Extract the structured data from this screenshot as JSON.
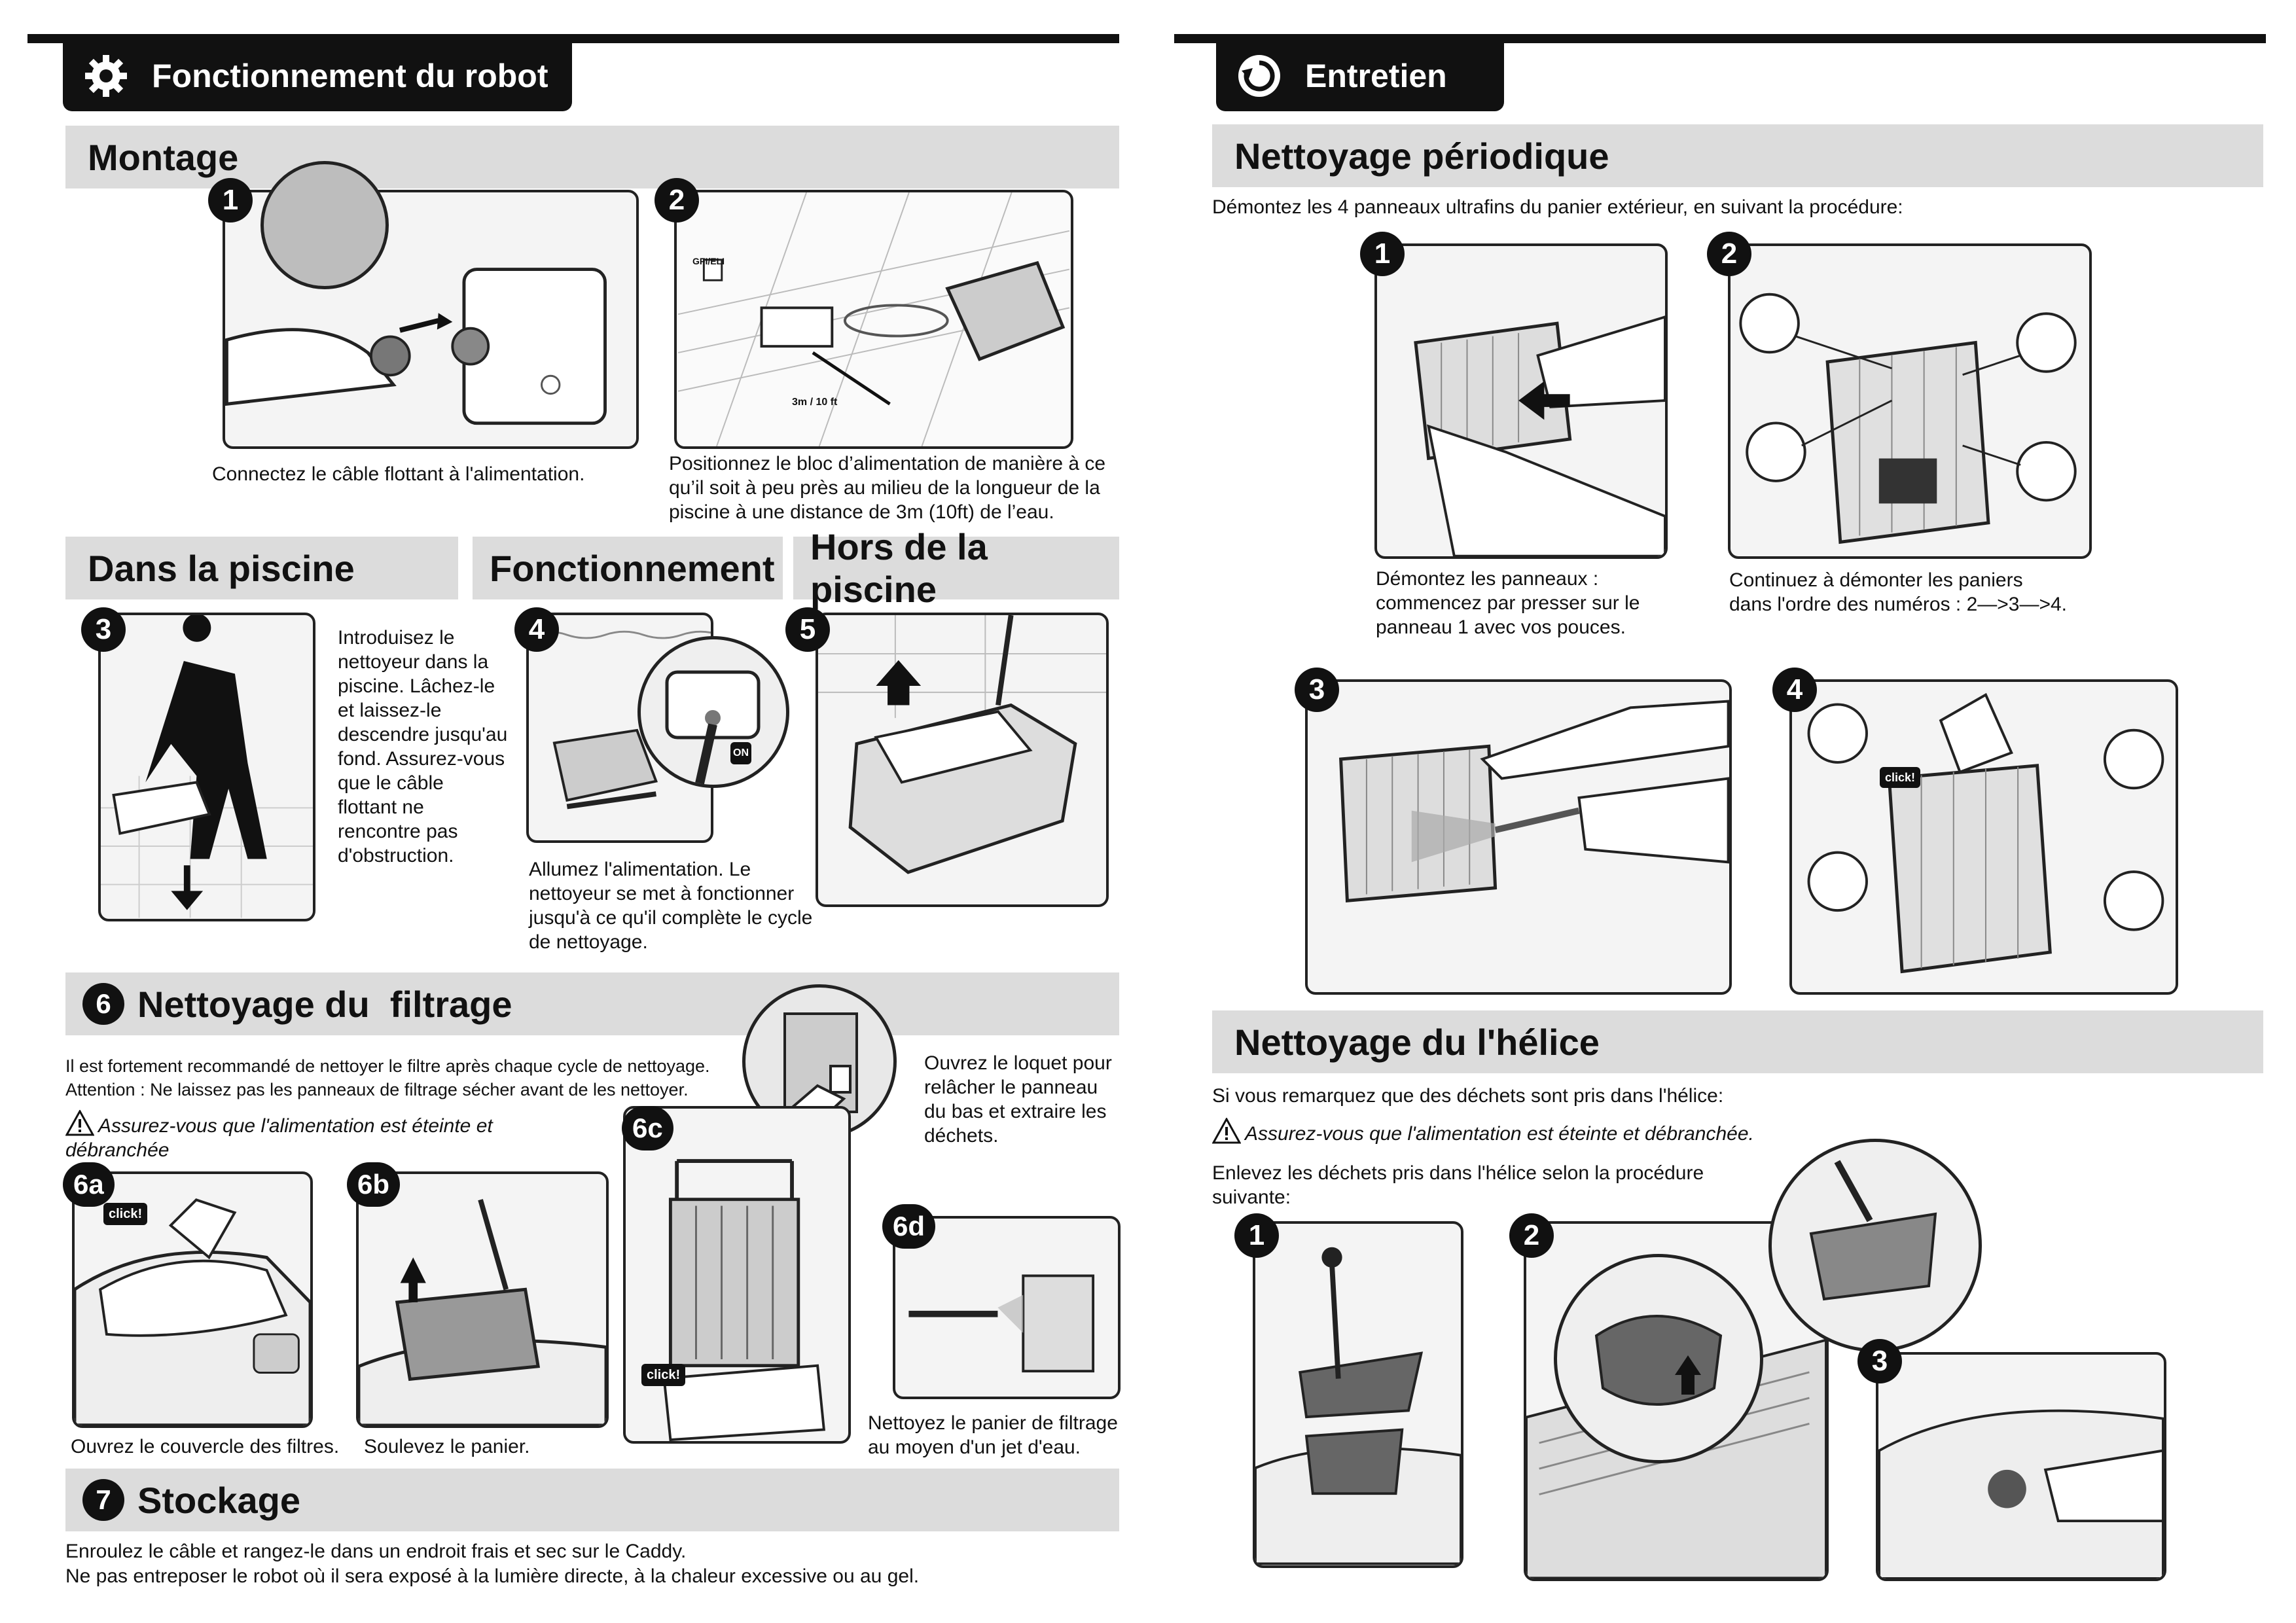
{
  "left": {
    "tab_title": "Fonctionnement du robot",
    "montage": {
      "heading": "Montage",
      "step1": {
        "num": "1",
        "caption": "Connectez le câble flottant à l'alimentation."
      },
      "step2": {
        "num": "2",
        "caption": "Positionnez le bloc d’alimentation de manière à ce qu’il soit à peu près au milieu de la longueur de la piscine à une distance de 3m (10ft) de l’eau.",
        "label_gfi": "GFI/ELI",
        "label_dist": "3m / 10 ft"
      }
    },
    "dans_la_piscine": {
      "heading": "Dans la piscine",
      "step3": {
        "num": "3",
        "caption": "Introduisez le nettoyeur dans la piscine. Lâchez-le et laissez-le descendre jusqu'au fond. Assurez-vous que le câble flottant ne rencontre pas d'obstruction."
      }
    },
    "fonctionnement": {
      "heading": "Fonctionnement",
      "step4": {
        "num": "4",
        "caption": "Allumez l'alimentation. Le nettoyeur se met à fonctionner jusqu'à ce qu'il complète le cycle de nettoyage.",
        "label_on": "ON"
      }
    },
    "hors_piscine": {
      "heading": "Hors de la piscine",
      "step5": {
        "num": "5"
      }
    },
    "filtrage": {
      "num": "6",
      "heading": "Nettoyage du  filtrage",
      "intro1": "Il est fortement recommandé de nettoyer le filtre après chaque cycle de nettoyage.",
      "intro2": "Attention : Ne laissez pas les panneaux de filtrage sécher avant de les nettoyer.",
      "warning": "Assurez-vous que l'alimentation est éteinte et débranchée",
      "loquet_text": "Ouvrez le loquet pour relâcher le panneau du bas et extraire les déchets.",
      "step6a": {
        "label": "6a",
        "caption": "Ouvrez le couvercle des filtres.",
        "click": "click!"
      },
      "step6b": {
        "label": "6b",
        "caption": "Soulevez le panier."
      },
      "step6c": {
        "label": "6c",
        "click": "click!"
      },
      "step6d": {
        "label": "6d",
        "caption": "Nettoyez le panier de filtrage au moyen d'un jet d'eau."
      }
    },
    "stockage": {
      "num": "7",
      "heading": "Stockage",
      "line1": "Enroulez le câble et rangez-le dans un endroit frais et sec sur le Caddy.",
      "line2": "Ne pas entreposer le robot où il sera exposé à la lumière directe, à la chaleur excessive ou au gel."
    }
  },
  "right": {
    "tab_title": "Entretien",
    "periodique": {
      "heading": "Nettoyage périodique",
      "intro": "Démontez les 4 panneaux ultrafins du panier extérieur, en suivant la procédure:",
      "step1": {
        "num": "1",
        "caption": "Démontez les panneaux : commencez par presser sur le panneau 1 avec vos pouces."
      },
      "step2": {
        "num": "2",
        "caption": "Continuez à démonter les paniers dans l'ordre des numéros : 2—>3—>4."
      },
      "step3": {
        "num": "3"
      },
      "step4": {
        "num": "4",
        "click": "click!"
      }
    },
    "helice": {
      "heading": "Nettoyage du l'hélice",
      "intro": "Si vous remarquez que des déchets sont pris dans l'hélice:",
      "warning": "Assurez-vous que l'alimentation est éteinte et débranchée.",
      "procedure": "Enlevez les déchets pris dans l'hélice selon la procédure suivante:",
      "step1": {
        "num": "1"
      },
      "step2": {
        "num": "2"
      },
      "step3": {
        "num": "3"
      }
    }
  }
}
